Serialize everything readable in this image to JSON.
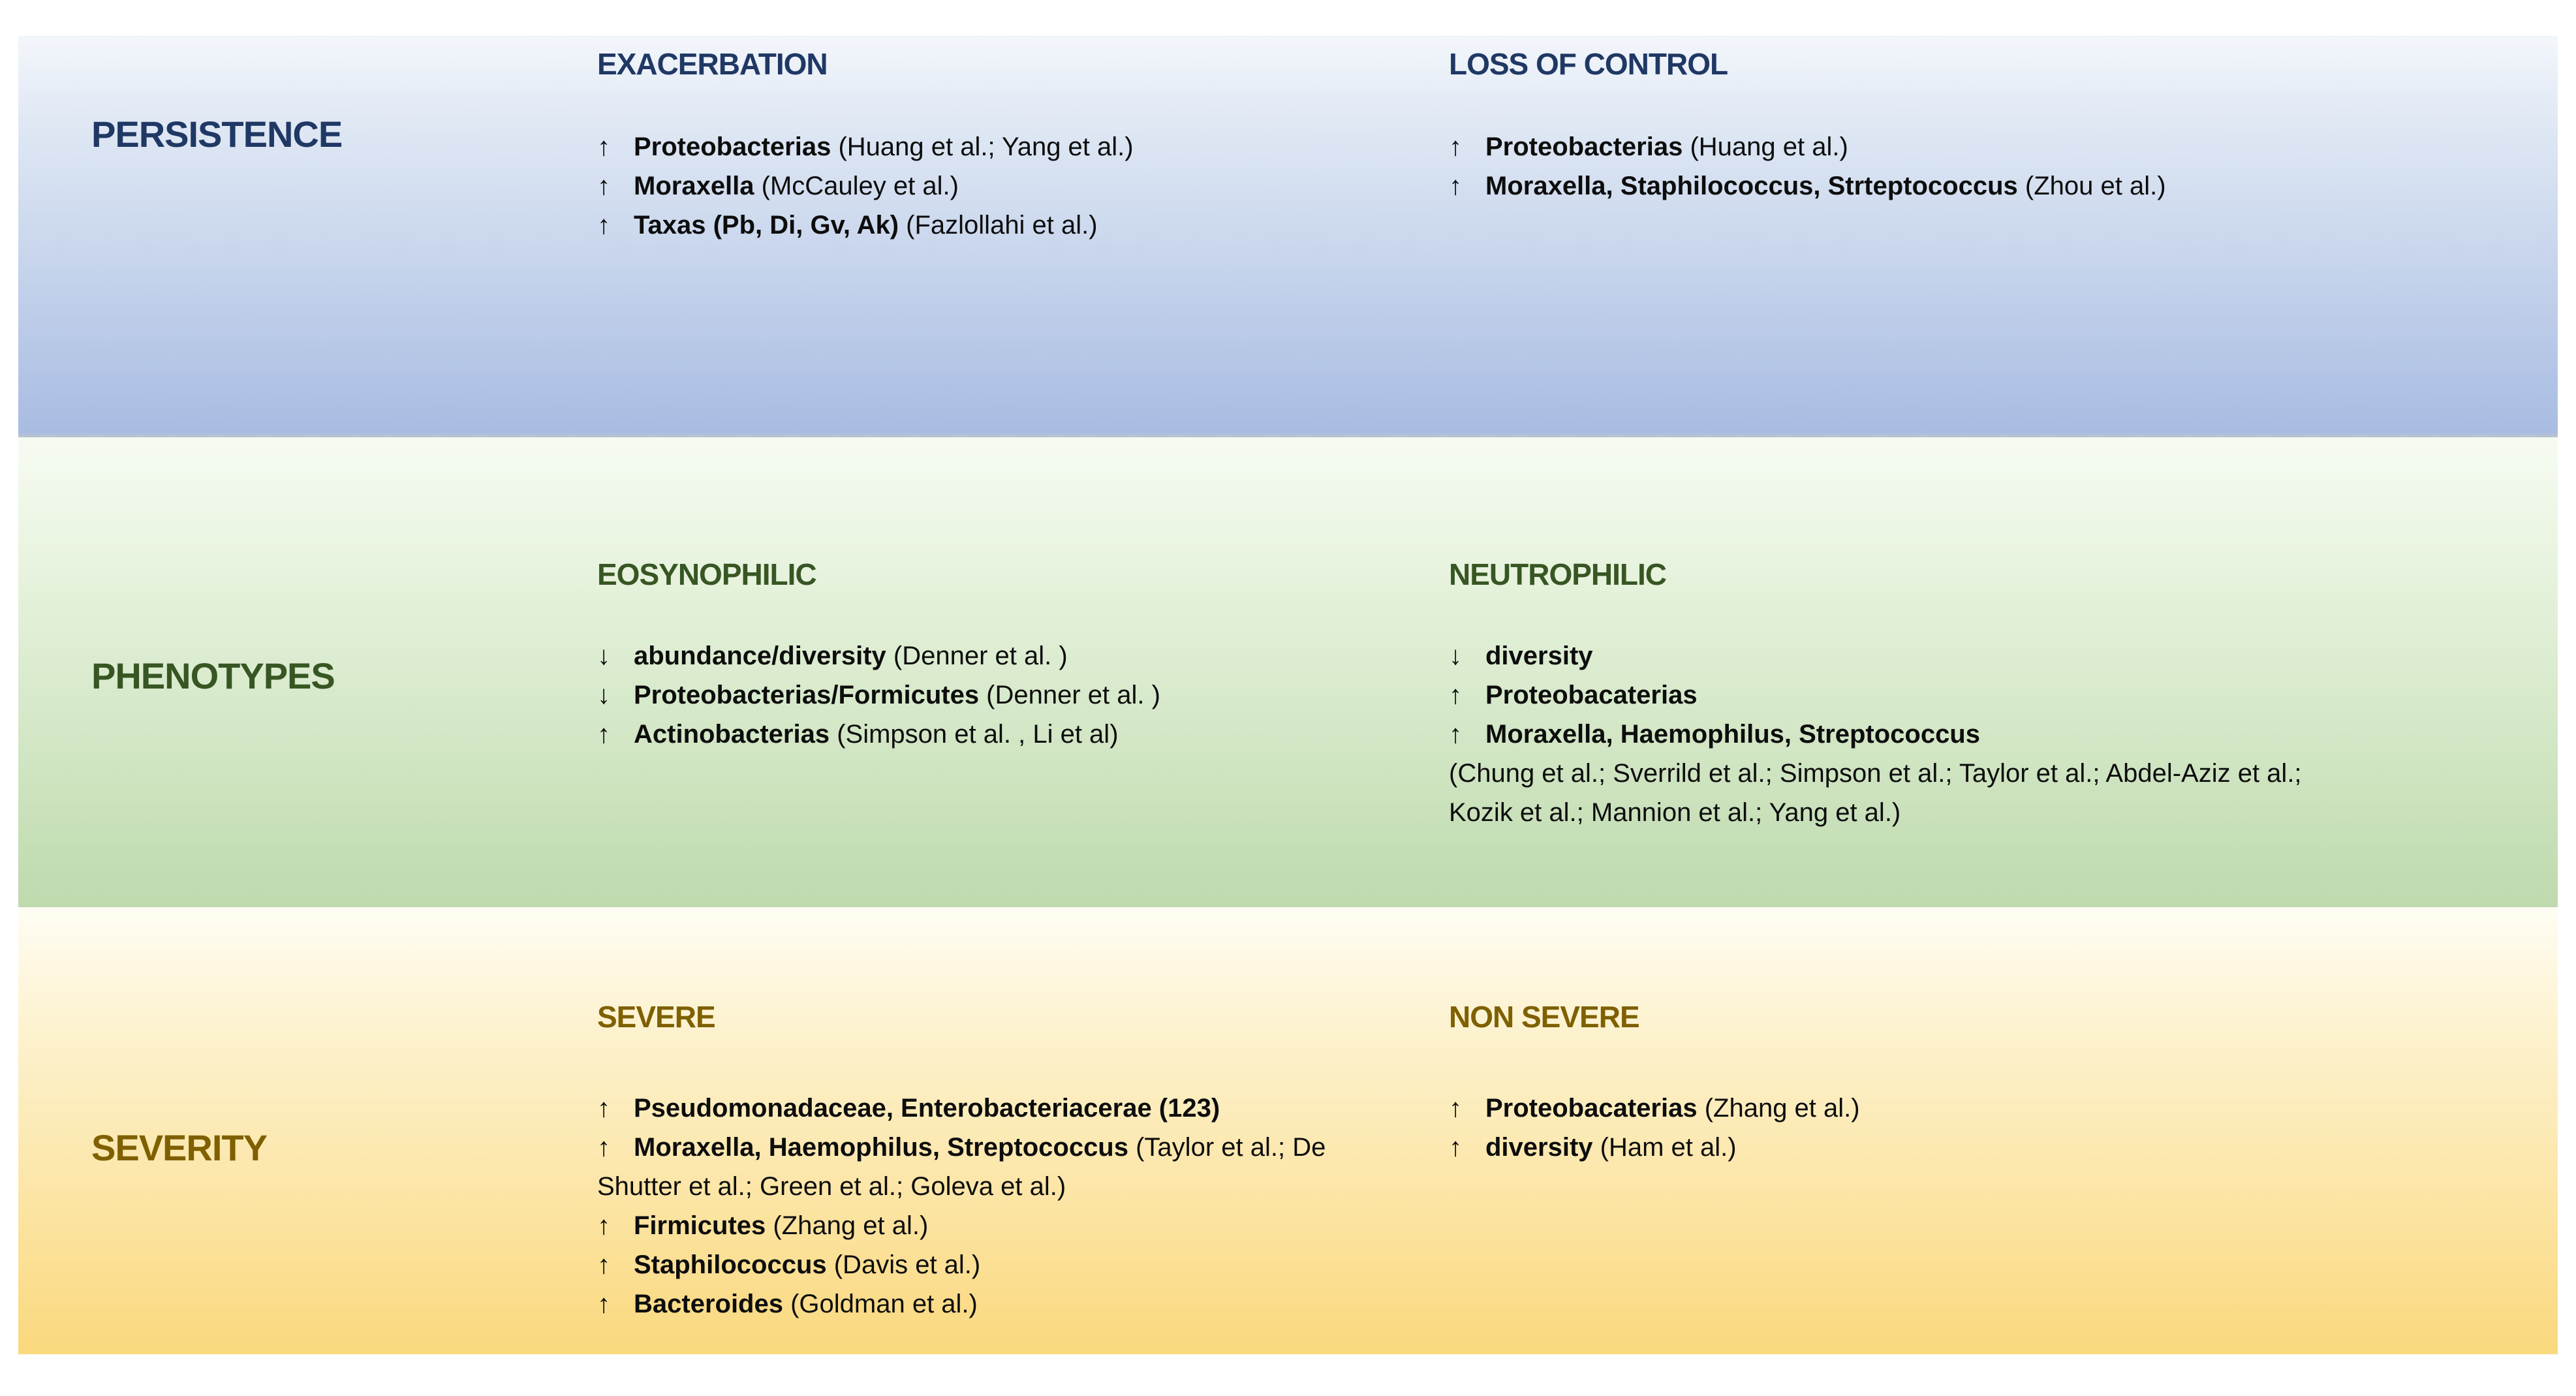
{
  "bands": [
    {
      "label": "PERSISTENCE",
      "accent": "#1F3864",
      "bg": {
        "top": "#f3f6fb",
        "mid": "#dde6f3",
        "bottom": "#a8bce2"
      },
      "columns": [
        {
          "header": "EXACERBATION",
          "items": [
            {
              "arrow": "↑",
              "term": "Proteobacterias",
              "citation": "(Huang et al.; Yang et al.)"
            },
            {
              "arrow": "↑",
              "term": "Moraxella",
              "citation": "(McCauley et al.)"
            },
            {
              "arrow": "↑",
              "term": "Taxas (Pb, Di, Gv, Ak)",
              "citation": "(Fazlollahi et al.)"
            }
          ]
        },
        {
          "header": "LOSS OF CONTROL",
          "items": [
            {
              "arrow": "↑",
              "term": "Proteobacterias",
              "citation": "(Huang et al.)"
            },
            {
              "arrow": "↑",
              "term": "Moraxella, Staphilococcus, Strteptococcus",
              "citation": "(Zhou et al.)"
            }
          ]
        }
      ]
    },
    {
      "label": "PHENOTYPES",
      "accent": "#375623",
      "bg": {
        "top": "#f6fbf2",
        "mid": "#e9f4e0",
        "bottom": "#bedaad"
      },
      "columns": [
        {
          "header": "EOSYNOPHILIC",
          "items": [
            {
              "arrow": "↓",
              "term": "abundance/diversity",
              "citation": "(Denner et al. )"
            },
            {
              "arrow": "↓",
              "term": "Proteobacterias/Formicutes",
              "citation": "(Denner et al. )"
            },
            {
              "arrow": "↑",
              "term": "Actinobacterias",
              "citation": "(Simpson et al. , Li et al)"
            }
          ]
        },
        {
          "header": "NEUTROPHILIC",
          "items": [
            {
              "arrow": "↓",
              "term": "diversity",
              "citation": ""
            },
            {
              "arrow": "↑",
              "term": "Proteobacaterias",
              "citation": ""
            },
            {
              "arrow": "↑",
              "term": "Moraxella, Haemophilus, Streptococcus",
              "citation": "(Chung et al.; Sverrild et al.; Simpson et al.; Taylor et al.; Abdel-Aziz et al.; Kozik et al.; Mannion et al.; Yang et al.)",
              "citation_block": true
            }
          ]
        }
      ]
    },
    {
      "label": "SEVERITY",
      "accent": "#7F6000",
      "bg": {
        "top": "#fffdf4",
        "mid": "#fdf3d2",
        "bottom": "#fad87d"
      },
      "columns": [
        {
          "header": "SEVERE",
          "items": [
            {
              "arrow": "↑",
              "term": "Pseudomonadaceae, Enterobacteriacerae (123)",
              "citation": ""
            },
            {
              "arrow": "↑",
              "term": "Moraxella, Haemophilus, Streptococcus",
              "citation": "(Taylor et al.; De Shutter et al.; Green et al.; Goleva et al.)"
            },
            {
              "arrow": "↑",
              "term": "Firmicutes",
              "citation": "(Zhang et al.)"
            },
            {
              "arrow": "↑",
              "term": "Staphilococcus",
              "citation": "(Davis et al.)"
            },
            {
              "arrow": "↑",
              "term": "Bacteroides",
              "citation": "(Goldman et al.)"
            }
          ]
        },
        {
          "header": "NON SEVERE",
          "items": [
            {
              "arrow": "↑",
              "term": "Proteobacaterias",
              "citation": "(Zhang et al.)"
            },
            {
              "arrow": "↑",
              "term": "diversity",
              "citation": "(Ham et al.)"
            }
          ]
        }
      ]
    }
  ]
}
